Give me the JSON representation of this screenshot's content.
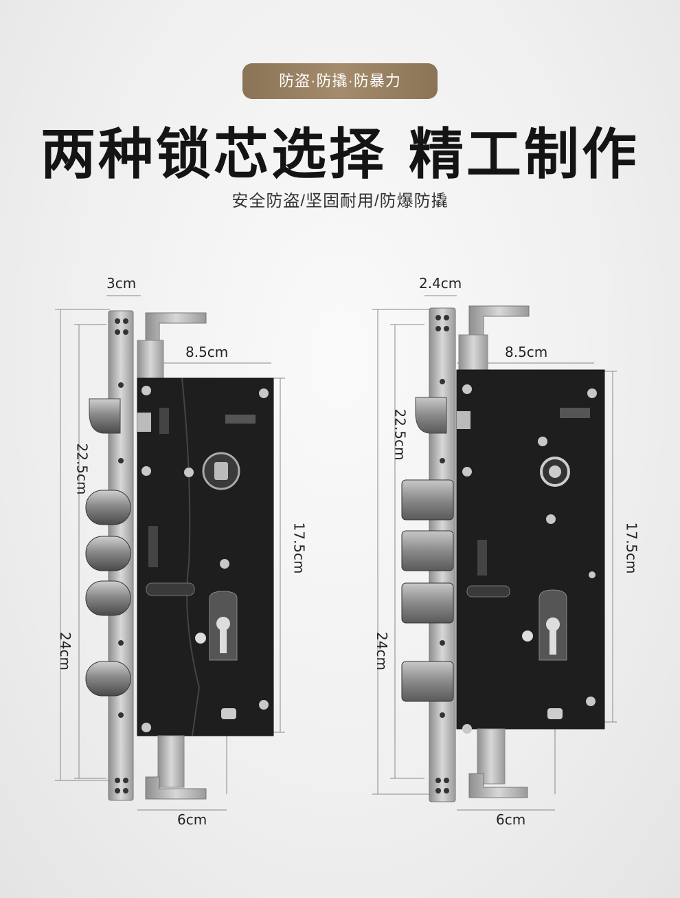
{
  "badge": "防盗·防撬·防暴力",
  "title": "两种锁芯选择 精工制作",
  "subtitle": "安全防盗/坚固耐用/防爆防撬",
  "lock_left": {
    "faceplate_width": "3cm",
    "body_width": "8.5cm",
    "height_inner": "22.5cm",
    "height_total": "24cm",
    "body_height": "17.5cm",
    "bottom_width": "6cm"
  },
  "lock_right": {
    "faceplate_width": "2.4cm",
    "body_width": "8.5cm",
    "height_inner": "22.5cm",
    "height_total": "24cm",
    "body_height": "17.5cm",
    "bottom_width": "6cm"
  },
  "colors": {
    "badge": "#9a8262",
    "lock_body": "#1e1e1e",
    "steel": "#b8b8b8"
  }
}
